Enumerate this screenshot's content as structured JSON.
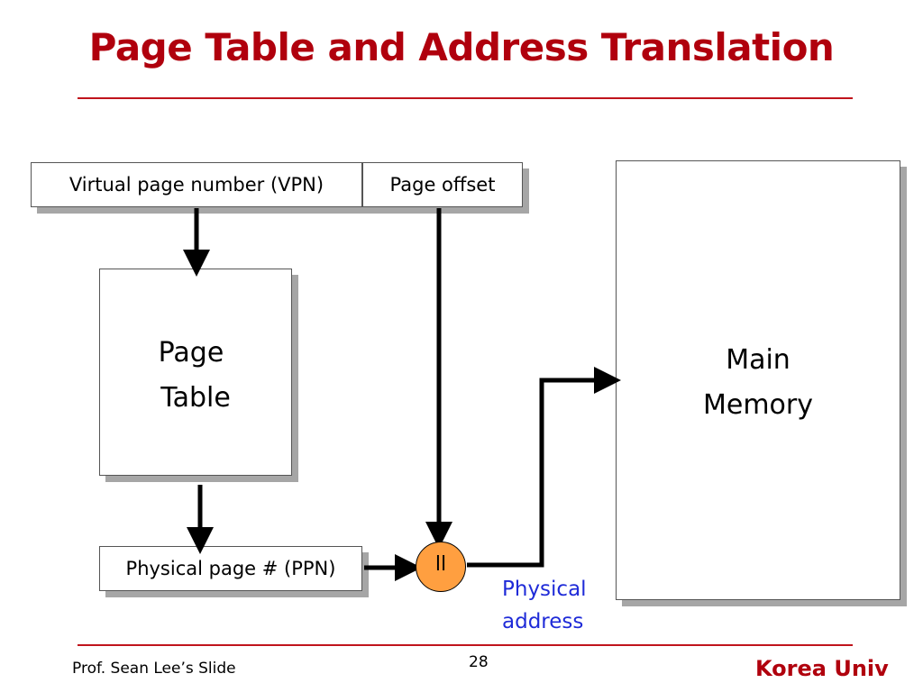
{
  "slide": {
    "title": "Page Table and Address Translation",
    "footer": {
      "author": "Prof. Sean Lee’s Slide",
      "page_number": "28",
      "institution": "Korea Univ"
    }
  },
  "diagram": {
    "vpn_label": "Virtual page number (VPN)",
    "offset_label": "Page offset",
    "page_table_label": [
      "Page",
      "Table"
    ],
    "ppn_label": "Physical page # (PPN)",
    "concat_symbol": "ll",
    "physical_address_label": [
      "Physical",
      "address"
    ],
    "main_memory_label": [
      "Main",
      "Memory"
    ],
    "colors": {
      "title": "#b0000d",
      "rule": "#c0141c",
      "concat_fill": "#ff9f40",
      "physical_address_text": "#1f2bd8",
      "box_shadow": "#a6a6a6"
    }
  }
}
